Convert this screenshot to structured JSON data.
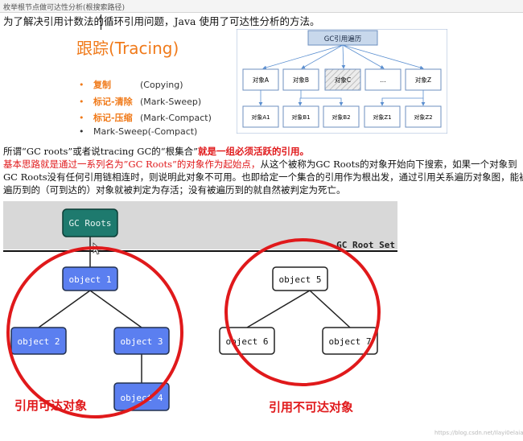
{
  "window": {
    "title": "枚举根节点做可达性分析(根搜索路径)"
  },
  "intro": {
    "text": "为了解决引用计数法的循环引用问题，Java 使用了可达性分析的方法。"
  },
  "tracing": {
    "title": "跟踪(Tracing)",
    "bullets": [
      {
        "name": "复制",
        "en": "(Copying)"
      },
      {
        "name": "标记-清除",
        "en": "(Mark-Sweep)"
      },
      {
        "name": "标记-压缩",
        "en": "(Mark-Compact)"
      },
      {
        "name": "",
        "en": "Mark-Sweep(-Compact)"
      }
    ]
  },
  "tree_diagram": {
    "root": "GC引用遍历",
    "level1": [
      "对象A",
      "对象B",
      "对象C",
      "...",
      "对象Z"
    ],
    "level2": [
      "对象A1",
      "对象B1",
      "对象B2",
      "对象Z1",
      "对象Z2"
    ]
  },
  "paragraph": {
    "line1_prefix": "所谓“GC roots”或者说tracing GC的“根集合”",
    "line1_red": "就是一组必须活跃的引用。",
    "line2_red": "基本思路就是通过一系列名为”GC Roots”的对象作为起始点，",
    "line2_rest": "从这个被称为GC Roots的对象开始向下搜索，如果一个对象到",
    "line3": "GC Roots没有任何引用链相连时，则说明此对象不可用。也即给定一个集合的引用作为根出发，通过引用关系遍历对象图，能被",
    "line4": "遍历到的（可到达的）对象就被判定为存活；没有被遍历到的就自然被判定为死亡。"
  },
  "gc_diagram": {
    "gc_roots": "GC Roots",
    "root_set": "GC Root Set",
    "reachable": [
      "object 1",
      "object 2",
      "object 3",
      "object 4"
    ],
    "unreachable": [
      "object 5",
      "object 6",
      "object 7"
    ],
    "reachable_label": "引用可达对象",
    "unreachable_label": "引用不可达对象"
  },
  "watermark": "https://blog.csdn.net/Ilayi0elaia",
  "colors": {
    "orange": "#f07a1a",
    "red": "#e0191b",
    "blue_node": "#5b7ff0",
    "teal_node": "#1e7a6e"
  }
}
